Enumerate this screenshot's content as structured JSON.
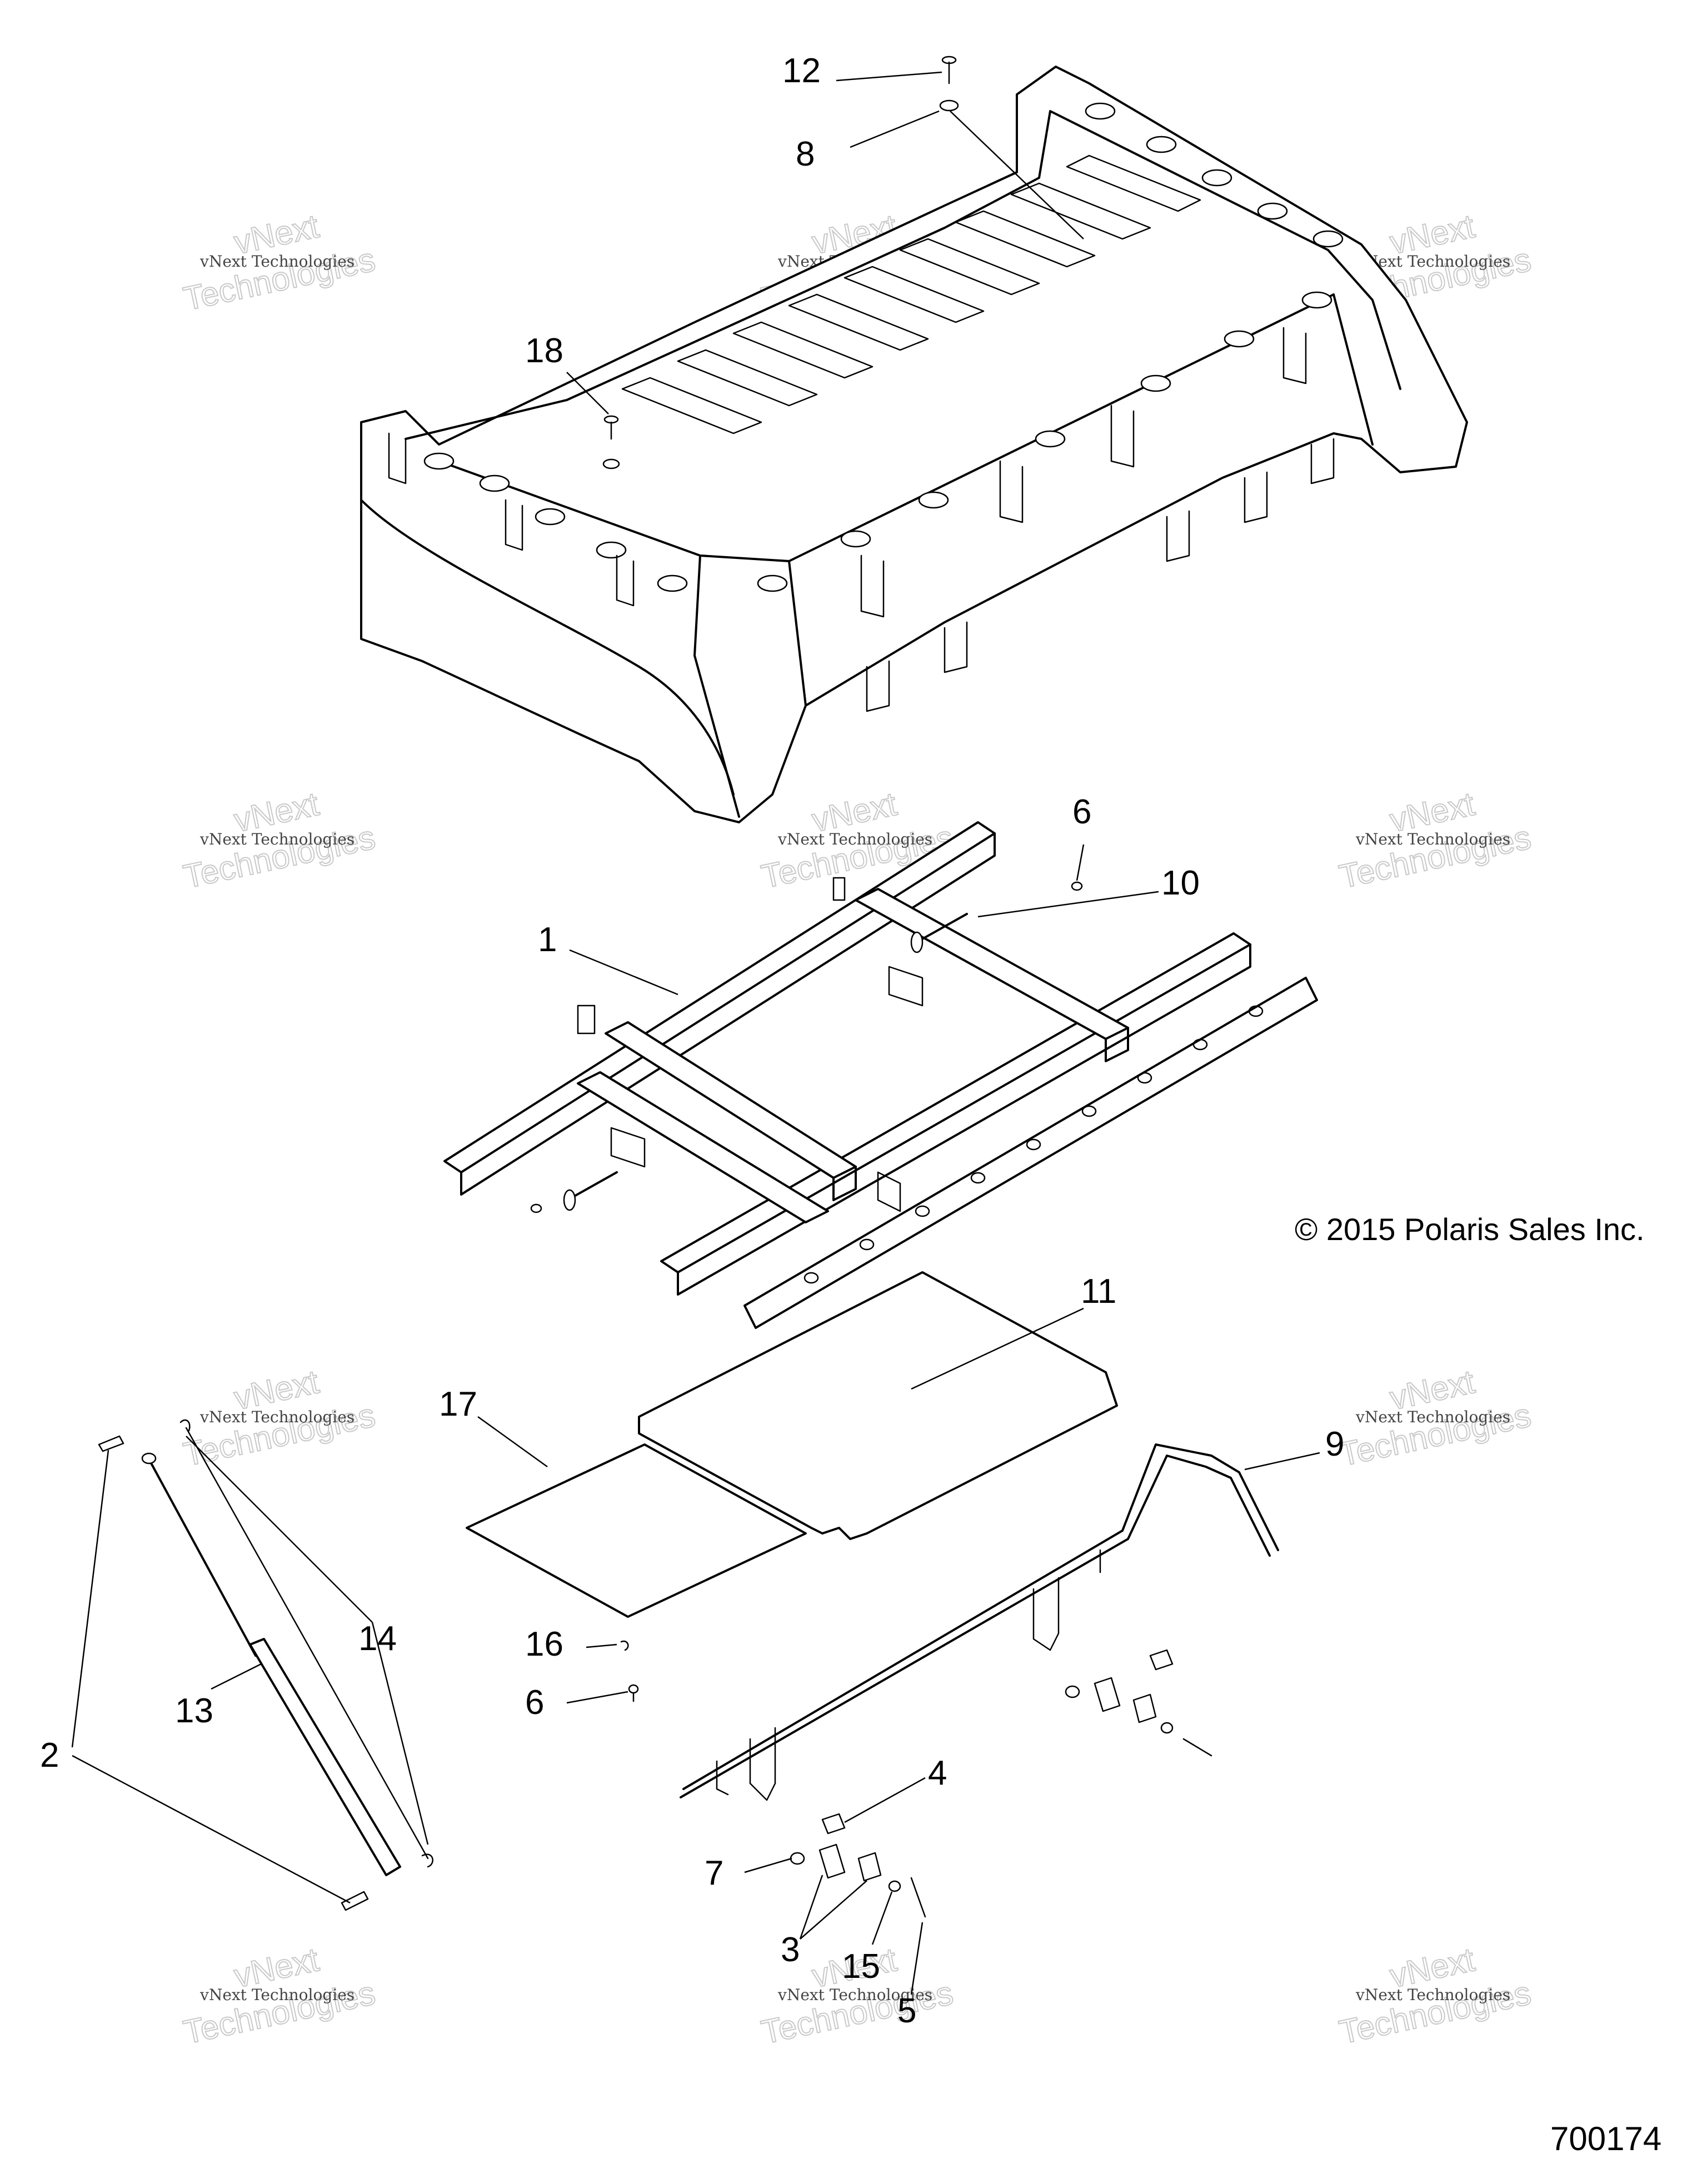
{
  "diagram": {
    "callouts": [
      {
        "id": "c12",
        "label": "12"
      },
      {
        "id": "c8",
        "label": "8"
      },
      {
        "id": "c18",
        "label": "18"
      },
      {
        "id": "c6a",
        "label": "6"
      },
      {
        "id": "c10",
        "label": "10"
      },
      {
        "id": "c1",
        "label": "1"
      },
      {
        "id": "c11",
        "label": "11"
      },
      {
        "id": "c17",
        "label": "17"
      },
      {
        "id": "c9",
        "label": "9"
      },
      {
        "id": "c14",
        "label": "14"
      },
      {
        "id": "c13",
        "label": "13"
      },
      {
        "id": "c16",
        "label": "16"
      },
      {
        "id": "c6b",
        "label": "6"
      },
      {
        "id": "c2",
        "label": "2"
      },
      {
        "id": "c4",
        "label": "4"
      },
      {
        "id": "c7",
        "label": "7"
      },
      {
        "id": "c3",
        "label": "3"
      },
      {
        "id": "c15",
        "label": "15"
      },
      {
        "id": "c5",
        "label": "5"
      }
    ],
    "copyright": "© 2015 Polaris Sales Inc.",
    "plate_number": "700174",
    "watermark": {
      "line1": "vNext Technologies",
      "line2": "vNext",
      "line3": "Technologies"
    }
  }
}
